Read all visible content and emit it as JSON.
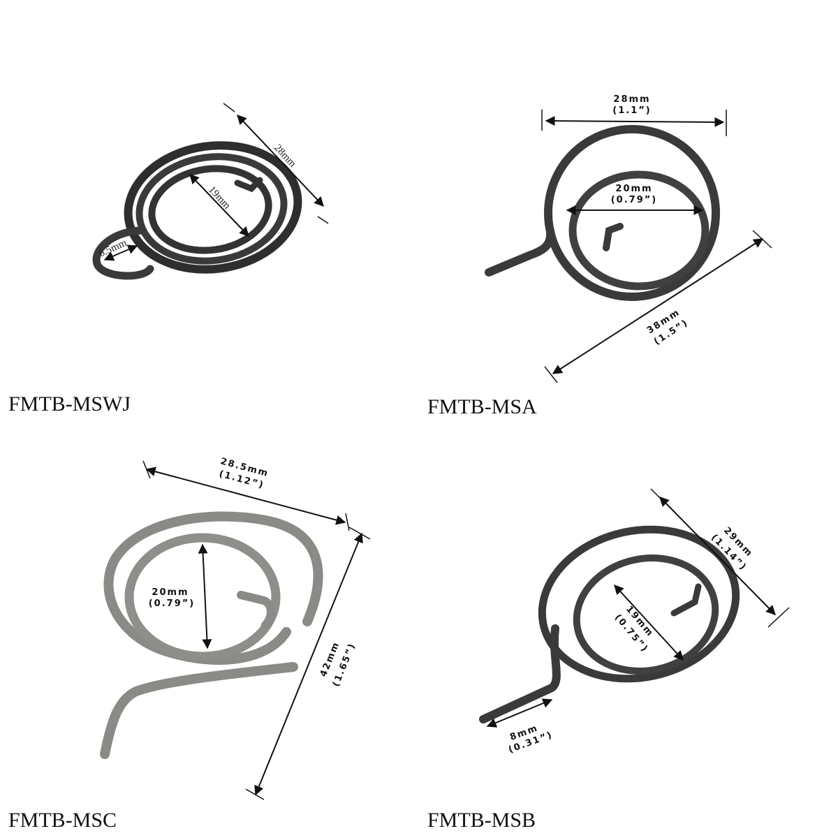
{
  "panels": [
    {
      "model": "FMTB-MSWJ",
      "dimensions": {
        "outer": "28mm",
        "inner": "19mm",
        "hook": "6.5mm"
      }
    },
    {
      "model": "FMTB-MSA",
      "dimensions": {
        "outer": "28mm",
        "outer_in": "(1.1”)",
        "inner": "20mm",
        "inner_in": "(0.79”)",
        "length": "38mm",
        "length_in": "(1.5”)"
      }
    },
    {
      "model": "FMTB-MSC",
      "dimensions": {
        "outer": "28.5mm",
        "outer_in": "(1.12”)",
        "inner": "20mm",
        "inner_in": "(0.79”)",
        "length": "42mm",
        "length_in": "(1.65”)"
      }
    },
    {
      "model": "FMTB-MSB",
      "dimensions": {
        "outer": "29mm",
        "outer_in": "(1.14”)",
        "inner": "19mm",
        "inner_in": "(0.75”)",
        "leg": "8mm",
        "leg_in": "(0.31”)"
      }
    }
  ],
  "colors": {
    "spring_dark": "#3a3a3a",
    "spring_gray": "#8a8a86",
    "line": "#111111"
  }
}
